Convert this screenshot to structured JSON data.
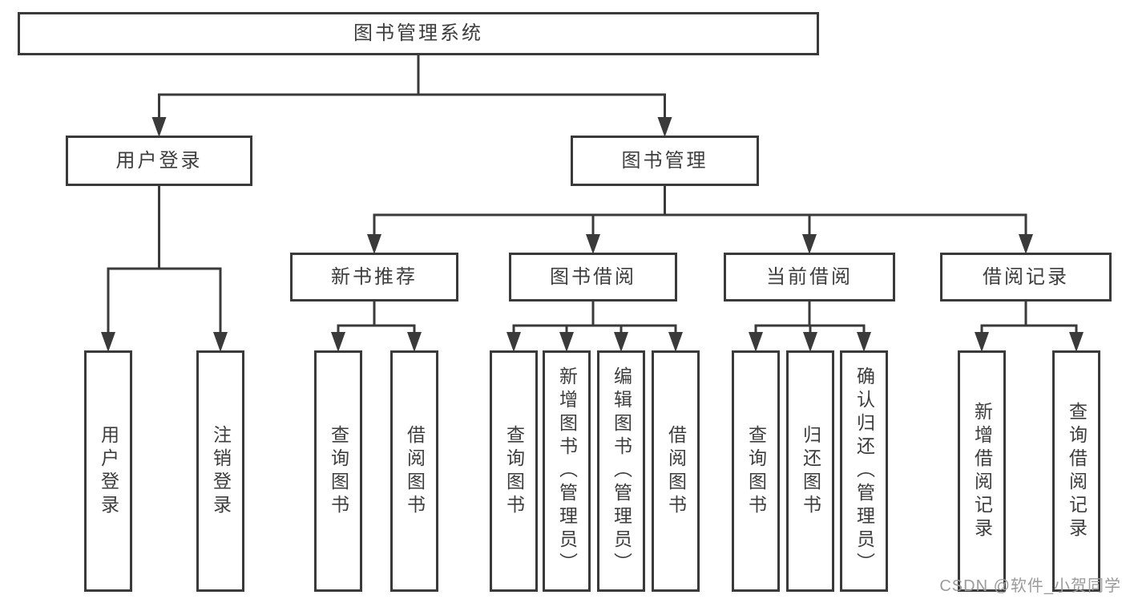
{
  "diagram": {
    "title": "图书管理系统",
    "nodes": [
      {
        "id": "root",
        "label": "图书管理系统",
        "parent": null
      },
      {
        "id": "user-login",
        "label": "用户登录",
        "parent": "root"
      },
      {
        "id": "book-mgmt",
        "label": "图书管理",
        "parent": "root"
      },
      {
        "id": "new-book-rec",
        "label": "新书推荐",
        "parent": "book-mgmt"
      },
      {
        "id": "book-borrow",
        "label": "图书借阅",
        "parent": "book-mgmt"
      },
      {
        "id": "current-borrow",
        "label": "当前借阅",
        "parent": "book-mgmt"
      },
      {
        "id": "borrow-records",
        "label": "借阅记录",
        "parent": "book-mgmt"
      },
      {
        "id": "login-leaf",
        "label": "用户登录",
        "parent": "user-login"
      },
      {
        "id": "logout-leaf",
        "label": "注销登录",
        "parent": "user-login"
      },
      {
        "id": "nbr-query",
        "label": "查询图书",
        "parent": "new-book-rec"
      },
      {
        "id": "nbr-borrow",
        "label": "借阅图书",
        "parent": "new-book-rec"
      },
      {
        "id": "bb-query",
        "label": "查询图书",
        "parent": "book-borrow"
      },
      {
        "id": "bb-add",
        "label": "新增图书（管理员）",
        "parent": "book-borrow"
      },
      {
        "id": "bb-edit",
        "label": "编辑图书（管理员）",
        "parent": "book-borrow"
      },
      {
        "id": "bb-borrow",
        "label": "借阅图书",
        "parent": "book-borrow"
      },
      {
        "id": "cb-query",
        "label": "查询图书",
        "parent": "current-borrow"
      },
      {
        "id": "cb-return",
        "label": "归还图书",
        "parent": "current-borrow"
      },
      {
        "id": "cb-confirm",
        "label": "确认归还（管理员）",
        "parent": "current-borrow"
      },
      {
        "id": "br-add",
        "label": "新增借阅记录",
        "parent": "borrow-records"
      },
      {
        "id": "br-query",
        "label": "查询借阅记录",
        "parent": "borrow-records"
      }
    ]
  },
  "watermark": {
    "text": "CSDN @软件_小贺同学",
    "color": "#9b9b9b"
  },
  "colors": {
    "line": "#3a3a3a",
    "text": "#3d3d3d",
    "background": "#ffffff"
  }
}
